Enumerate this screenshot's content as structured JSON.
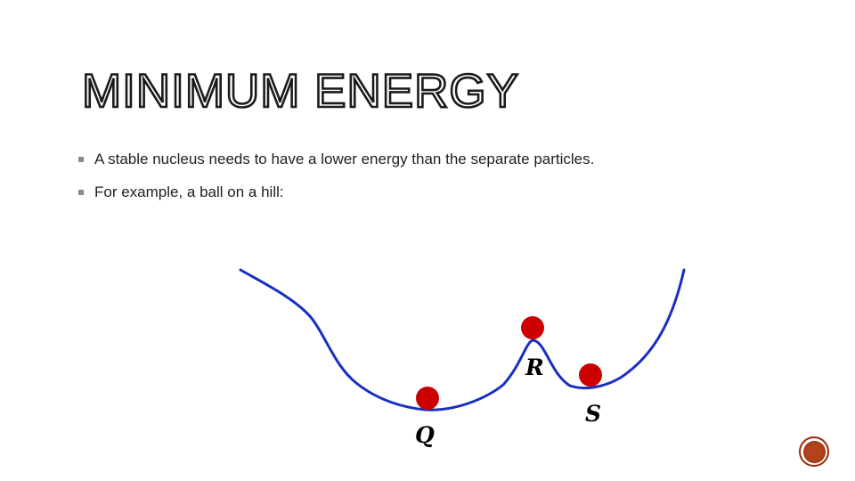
{
  "slide": {
    "title": "MINIMUM ENERGY",
    "bullets": [
      "A stable nucleus needs to have a lower energy than the separate particles.",
      "For example, a ball on a hill:"
    ]
  },
  "diagram": {
    "curve_color": "#1a2fc2",
    "ball_color": "#cc0000",
    "labels": {
      "q": "Q",
      "r": "R",
      "s": "S"
    }
  },
  "nav": {
    "icon": "circle-nav-icon",
    "accent": "#b3431a"
  }
}
